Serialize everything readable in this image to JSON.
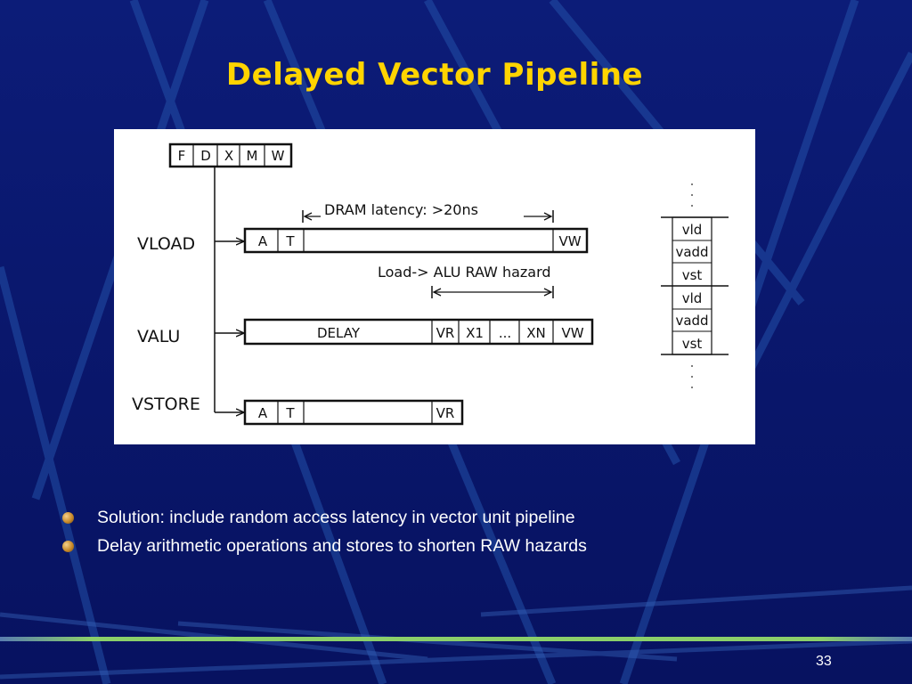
{
  "slide": {
    "title": "Delayed Vector Pipeline",
    "page_number": "33"
  },
  "diagram": {
    "scalar_stages": [
      "F",
      "D",
      "X",
      "M",
      "W"
    ],
    "pipelines": [
      {
        "label": "VLOAD",
        "stages": [
          "A",
          "T",
          "",
          "VW"
        ]
      },
      {
        "label": "VALU",
        "stages": [
          "DELAY",
          "VR",
          "X1",
          "...",
          "XN",
          "VW"
        ]
      },
      {
        "label": "VSTORE",
        "stages": [
          "A",
          "T",
          "",
          "VR"
        ]
      }
    ],
    "dram_latency_label": "DRAM latency: >20ns",
    "raw_hazard_label": "Load-> ALU RAW hazard",
    "instruction_stream": [
      "vld",
      "vadd",
      "vst",
      "vld",
      "vadd",
      "vst"
    ]
  },
  "bullets": [
    "Solution: include random access latency in vector unit pipeline",
    "Delay arithmetic operations and stores to shorten RAW hazards"
  ]
}
